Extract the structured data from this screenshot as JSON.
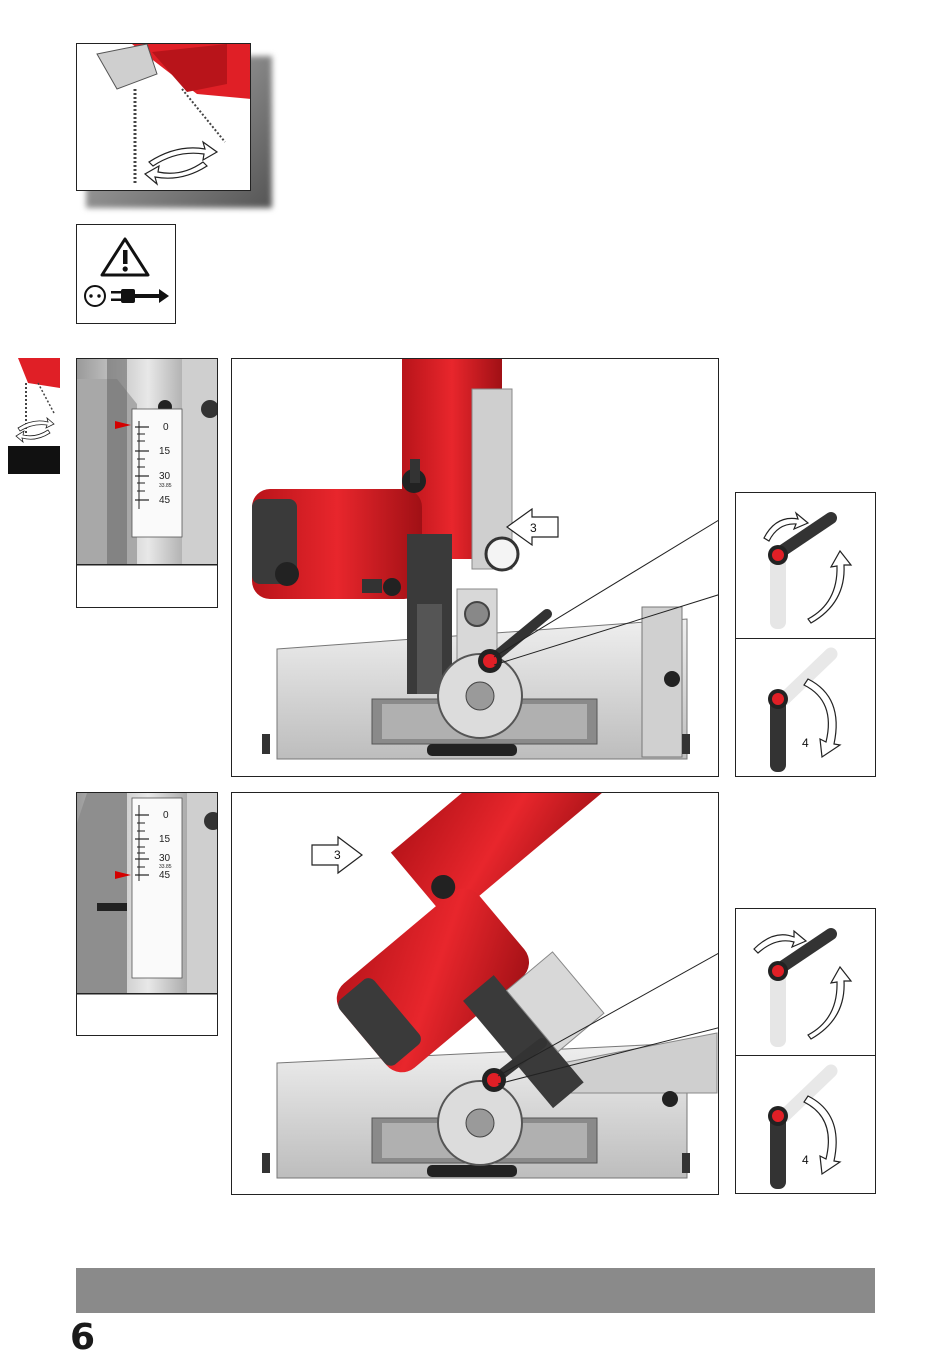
{
  "page": {
    "number": "6"
  },
  "colors": {
    "tool_red": "#e01f26",
    "base_grey": "#d9d9d9",
    "footer_bar": "#8a8a8a",
    "marker_red": "#d40000"
  },
  "icons": {
    "warning": "warning-triangle-icon",
    "plug": "unplug-icon",
    "socket": "socket-icon",
    "rotation": "rotation-arrows-icon"
  },
  "bevel_scale": {
    "labels": [
      "0",
      "15",
      "30",
      "45"
    ],
    "extra_label": "33.85"
  },
  "arrow_labels": {
    "push": "3",
    "lever": "4"
  }
}
